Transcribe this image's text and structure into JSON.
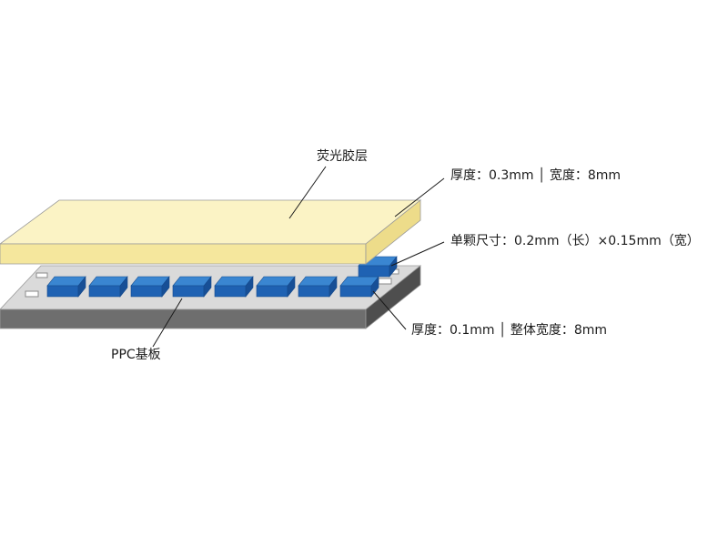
{
  "labels": {
    "phosphor_layer": "荧光胶层",
    "phosphor_dims": "厚度：0.3mm │ 宽度：8mm",
    "chip_size": "单颗尺寸：0.2mm（长）×0.15mm（宽）",
    "board_dims": "厚度：0.1mm │ 整体宽度：8mm",
    "board": "PPC基板"
  },
  "colors": {
    "phosphor_top": "#fbf3c5",
    "phosphor_front": "#f5e79d",
    "phosphor_side": "#eddc8a",
    "board_top": "#dadada",
    "board_front": "#6e6e6e",
    "board_side": "#4e4e4e",
    "chip_top": "#3a86d1",
    "chip_front": "#1f62b3",
    "chip_side": "#174f96",
    "leader": "#1a1a1a"
  },
  "chip_count": 8
}
